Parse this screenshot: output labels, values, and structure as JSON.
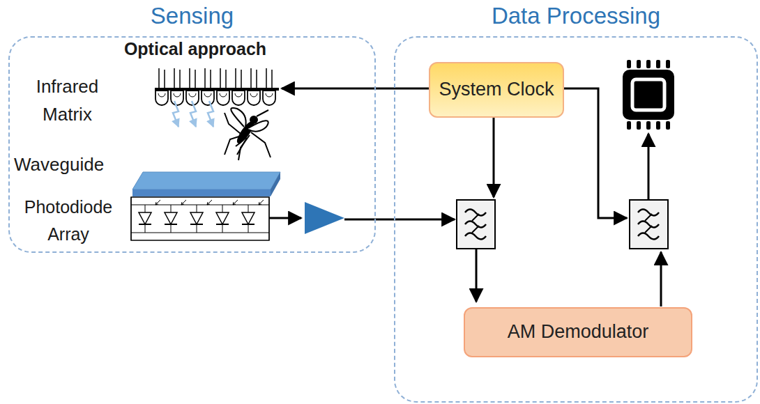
{
  "diagram": {
    "nodes": [
      {
        "text": [
          "Sensing"
        ]
      },
      {
        "text": [
          "Data Processing"
        ]
      },
      {
        "text": [
          "System Clock"
        ],
        "in": 1
      },
      {
        "text": [
          "AM Demodulator"
        ],
        "in": 1
      }
    ],
    "labels": [
      "Optical approach",
      "Infrared Matrix",
      "Waveguide",
      "Photodiode Array"
    ]
  }
}
